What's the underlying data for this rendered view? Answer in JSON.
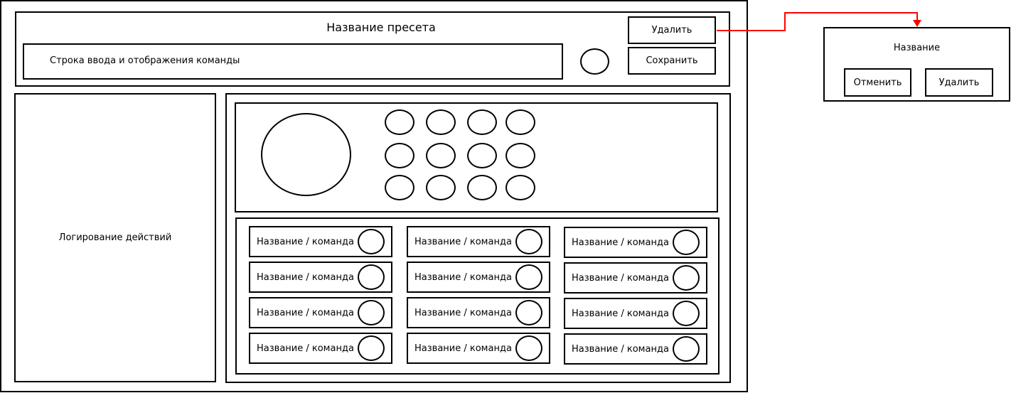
{
  "main": {
    "preset_title": "Название пресета",
    "command_input_text": "Строка ввода и отображения команды",
    "delete_label": "Удалить",
    "save_label": "Сохранить",
    "log_label": "Логирование действий"
  },
  "commands": [
    "Название / команда",
    "Название / команда",
    "Название / команда",
    "Название / команда",
    "Название / команда",
    "Название / команда",
    "Название / команда",
    "Название / команда",
    "Название / команда",
    "Название / команда",
    "Название / команда",
    "Название / команда"
  ],
  "dialog": {
    "title": "Название",
    "cancel_label": "Отменить",
    "delete_label": "Удалить"
  },
  "colors": {
    "connector": "#ff0000"
  }
}
